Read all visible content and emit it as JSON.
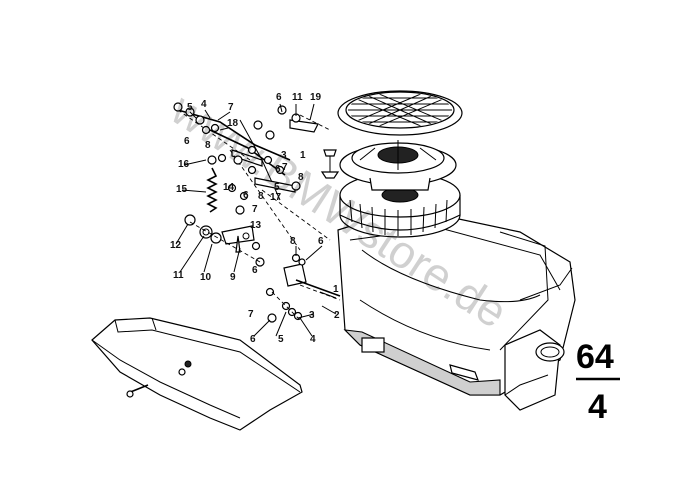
{
  "group_number": {
    "top": "64",
    "bottom": "4"
  },
  "watermark": "www.BMWstore.de",
  "labels": [
    "5",
    "4",
    "7",
    "18",
    "8",
    "6",
    "6",
    "11",
    "19",
    "16",
    "6",
    "15",
    "14",
    "6",
    "8",
    "17",
    "7",
    "13",
    "12",
    "11",
    "10",
    "9",
    "8",
    "6",
    "6",
    "1",
    "2",
    "3",
    "7",
    "5",
    "4",
    "6",
    "5",
    "3",
    "8",
    "7",
    "1"
  ]
}
